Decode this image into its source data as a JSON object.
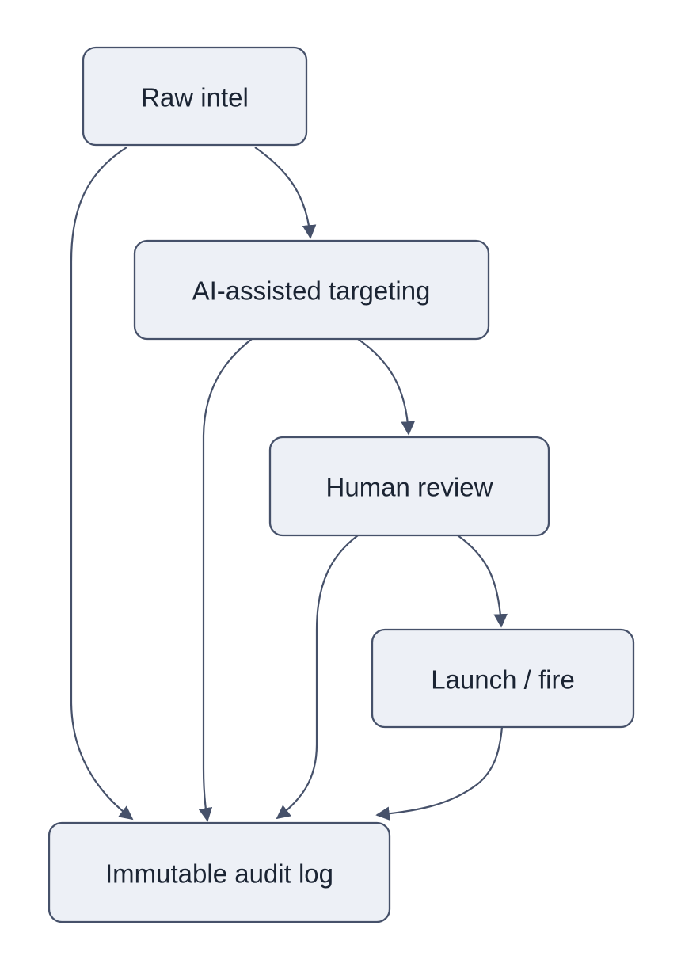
{
  "diagram": {
    "type": "flowchart",
    "direction": "top-down",
    "style": {
      "background": "#ffffff",
      "node_fill": "#edf0f6",
      "node_border": "#46516a",
      "edge_color": "#46516a",
      "arrowhead_color": "#46516a",
      "text_color": "#1b2433"
    },
    "nodes": [
      {
        "id": "raw-intel",
        "label": "Raw intel"
      },
      {
        "id": "ai-targeting",
        "label": "AI-assisted targeting"
      },
      {
        "id": "human-review",
        "label": "Human review"
      },
      {
        "id": "launch-fire",
        "label": "Launch / fire"
      },
      {
        "id": "audit-log",
        "label": "Immutable audit log"
      }
    ],
    "edges": [
      {
        "from": "raw-intel",
        "to": "ai-targeting"
      },
      {
        "from": "raw-intel",
        "to": "audit-log"
      },
      {
        "from": "ai-targeting",
        "to": "human-review"
      },
      {
        "from": "ai-targeting",
        "to": "audit-log"
      },
      {
        "from": "human-review",
        "to": "launch-fire"
      },
      {
        "from": "human-review",
        "to": "audit-log"
      },
      {
        "from": "launch-fire",
        "to": "audit-log"
      }
    ]
  }
}
